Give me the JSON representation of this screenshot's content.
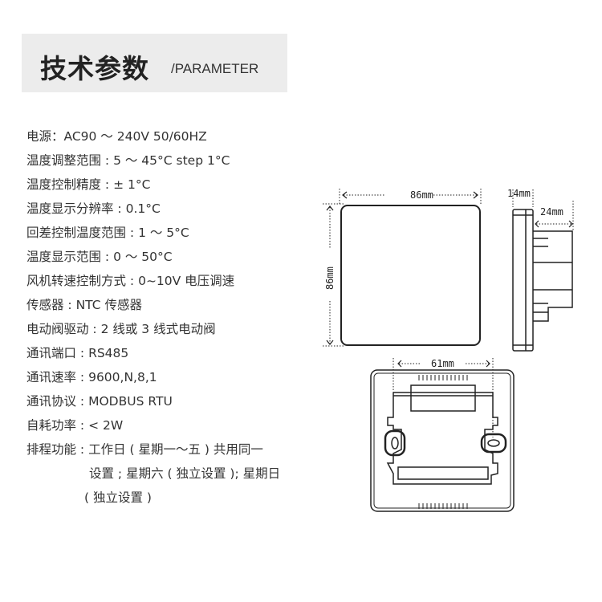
{
  "header": {
    "title": "技术参数",
    "subtitle": "/PARAMETER"
  },
  "specs": [
    "电源：AC90 ～ 240V   50/60HZ",
    "温度调整范围 : 5 ～ 45°C  step 1°C",
    "温度控制精度 : ± 1°C",
    "温度显示分辨率 : 0.1°C",
    "回差控制温度范围 : 1 ～ 5°C",
    "温度显示范围 : 0 ～ 50°C",
    "风机转速控制方式 : 0~10V 电压调速",
    "传感器 : NTC 传感器",
    "电动阀驱动 : 2 线或 3 线式电动阀",
    "通讯端口 : RS485",
    "通讯速率 : 9600,N,8,1",
    "通讯协议 : MODBUS RTU",
    "自耗功率 : < 2W",
    "排程功能 : 工作日 ( 星期一～五 ) 共用同一"
  ],
  "schedule_cont1": "设置 ; 星期六 ( 独立设置 ); 星期日",
  "schedule_cont2": "( 独立设置 )",
  "dimensions": {
    "front_width": "86mm",
    "front_height": "86mm",
    "side_depth": "14mm",
    "side_back": "24mm",
    "hole_spacing": "61mm"
  }
}
